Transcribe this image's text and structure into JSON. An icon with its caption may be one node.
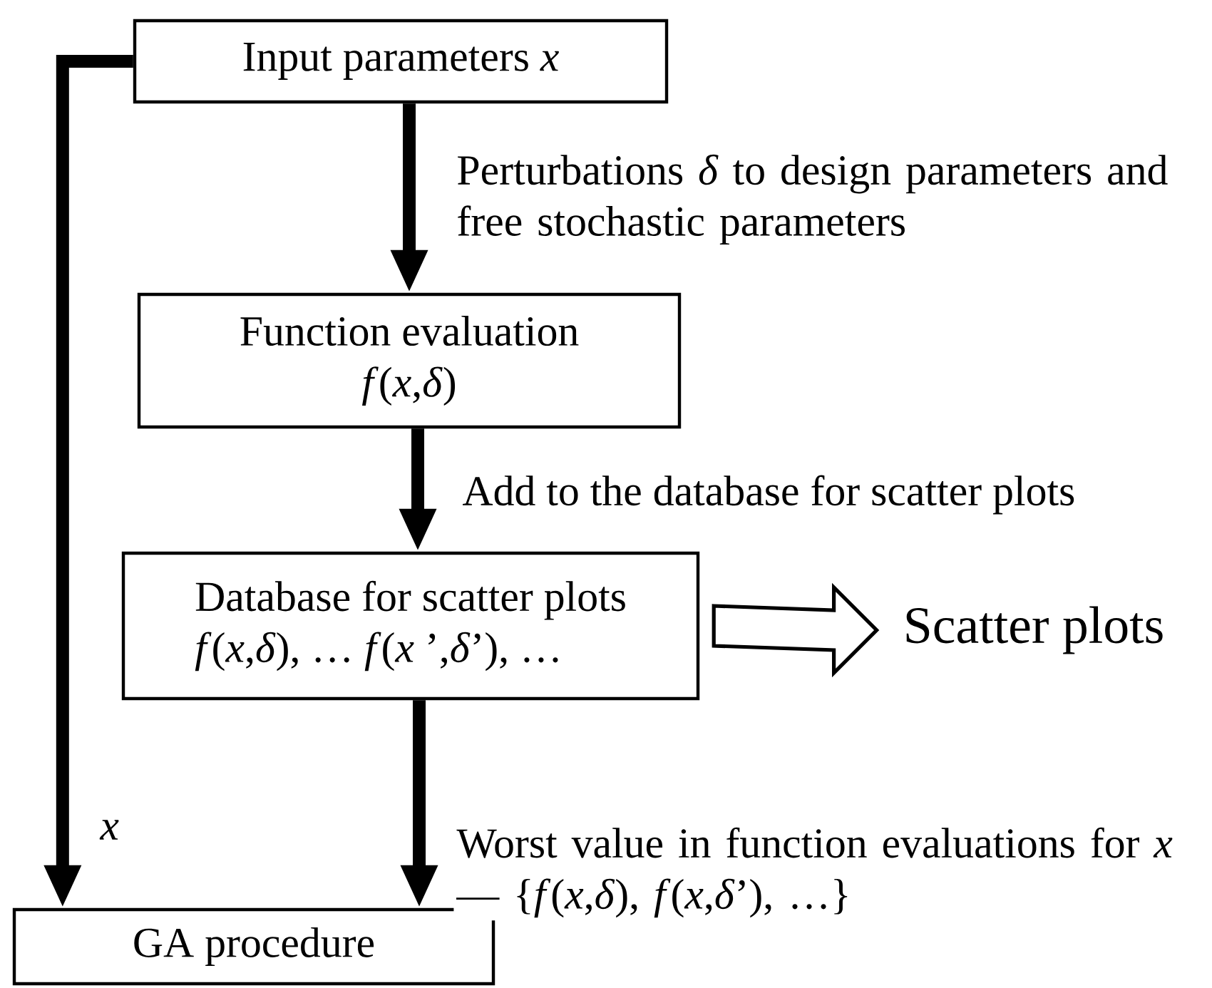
{
  "diagram": {
    "nodes": [
      {
        "text": [
          "Input parameters *x*"
        ]
      },
      {
        "text": [
          "Function evaluation",
          "*f*(*x*,*δ*)"
        ]
      },
      {
        "text": [
          "Database for scatter plots",
          "*f*(*x*,*δ*), … *f*(*x* ’,*δ*’), …"
        ]
      },
      {
        "text": [
          "Scatter plots"
        ]
      },
      {
        "text": [
          "GA procedure"
        ]
      }
    ],
    "edges": [
      {
        "from": 0,
        "to": 1,
        "arrow": "to",
        "label": "Perturbations *δ* to design parameters and free stochastic parameters"
      },
      {
        "from": 1,
        "to": 2,
        "arrow": "to",
        "label": "Add to the database for scatter plots"
      },
      {
        "from": 2,
        "to": 3,
        "arrow": "to"
      },
      {
        "from": 0,
        "to": 4,
        "arrow": "to",
        "label": "*x*"
      },
      {
        "from": 2,
        "to": 4,
        "arrow": "to",
        "label": "Worst value in function evaluations for *x* — {*f*(*x*,*δ*), *f*(*x*,*δ*’), …}"
      }
    ]
  }
}
